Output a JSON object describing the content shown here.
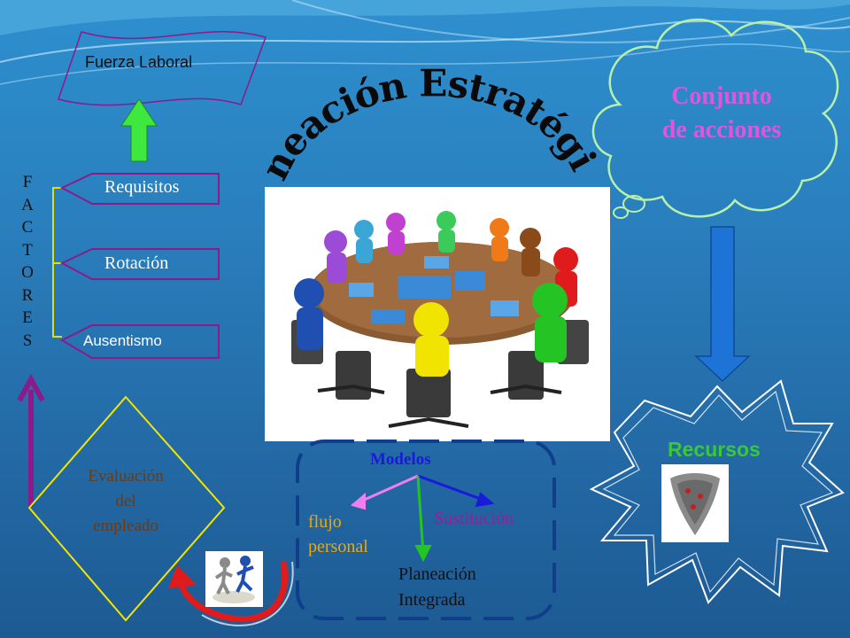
{
  "title": "Planeación Estratégicas",
  "fuerza_laboral": "Fuerza Laboral",
  "factores": [
    "F",
    "A",
    "C",
    "T",
    "O",
    "R",
    "E",
    "S"
  ],
  "factor_items": [
    "Requisitos",
    "Rotación",
    "Ausentismo"
  ],
  "cloud_text": [
    "Conjunto",
    "de acciones"
  ],
  "recursos": "Recursos",
  "evaluacion": [
    "Evaluación",
    "del",
    "empleado"
  ],
  "modelos": {
    "title": "Modelos",
    "flujo": [
      "flujo",
      "personal"
    ],
    "sustitucion": "Sustitución",
    "planeacion": [
      "Planeación",
      "Integrada"
    ]
  },
  "colors": {
    "purple_line": "#8b1a8b",
    "yellow_line": "#f2e600",
    "green_arrow": "#3ee83e",
    "cloud_stroke": "#b7f0a8",
    "cloud_text": "#e055e0",
    "blue_arrow": "#1e73d6",
    "recursos_text": "#39c83a",
    "modelos_title": "#1a1adb",
    "flujo_text": "#f0a800",
    "sustitucion_text": "#9b1c9b",
    "evaluacion_text": "#6b3b13"
  },
  "icons": [
    "meeting-table-image",
    "people-crowd-image",
    "running-figures-image"
  ]
}
